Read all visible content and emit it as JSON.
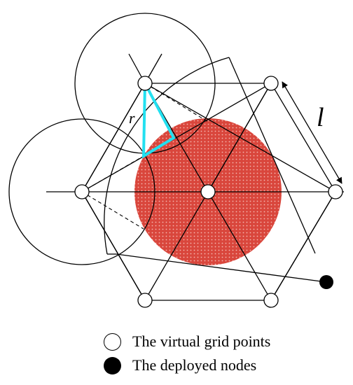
{
  "labels": {
    "radius": "r",
    "side_length": "l"
  },
  "legend": {
    "items": [
      {
        "marker": "open-circle",
        "label": "The virtual grid points"
      },
      {
        "marker": "filled-circle",
        "label": "The deployed nodes"
      }
    ]
  },
  "colors": {
    "highlight_disk": "#d9463c",
    "disk_dots": "#f4b7b0",
    "triangle_edge": "#22e0f0",
    "stroke": "#000000"
  },
  "icons": [
    "open-circle-icon",
    "filled-circle-icon",
    "double-arrow-icon"
  ]
}
